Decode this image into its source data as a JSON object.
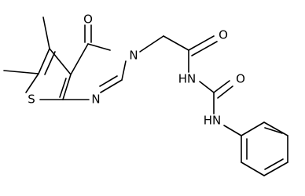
{
  "molecule": {
    "atom_labels": {
      "carbonyl_oxygen_ring": "O",
      "carbonyl_oxygen_amide": "O",
      "carbonyl_oxygen_urea": "O",
      "ring_nitrogen_substituted": "N",
      "ring_nitrogen_imine": "N",
      "sulfur": "S",
      "amide_nh": "HN",
      "urea_nh": "HN"
    },
    "colors": {
      "bond": "#000000",
      "label": "#000000",
      "background": "#ffffff"
    }
  }
}
